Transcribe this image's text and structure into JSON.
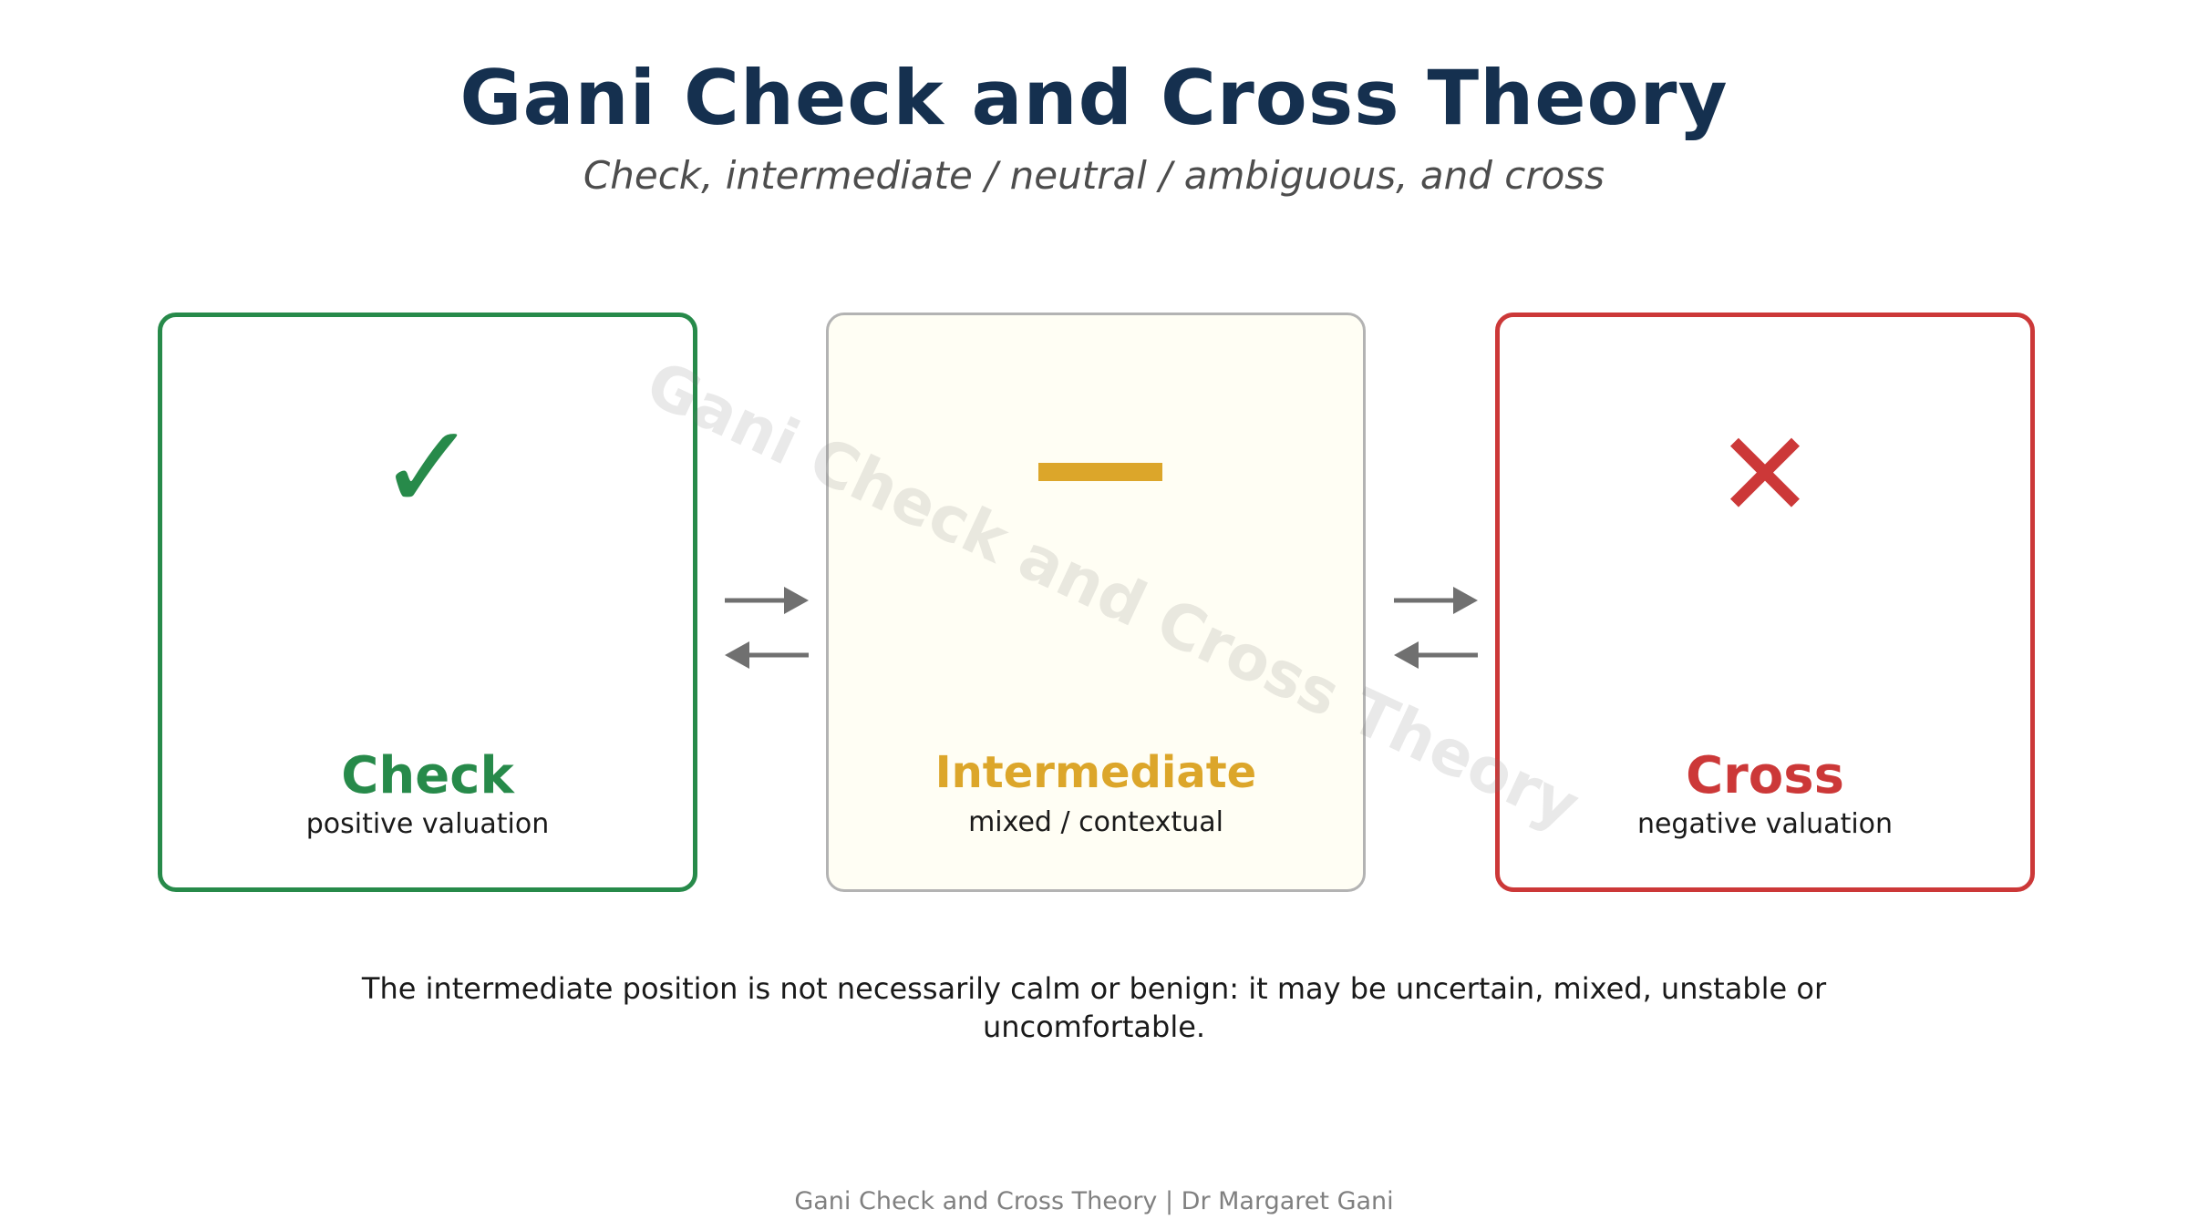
{
  "header": {
    "title": "Gani Check and Cross Theory",
    "subtitle": "Check, intermediate / neutral / ambiguous, and cross"
  },
  "boxes": [
    {
      "id": "check",
      "symbol": "✓",
      "icon": "check-icon",
      "label": "Check",
      "sublabel": "positive valuation",
      "color": "#278a4a"
    },
    {
      "id": "intermediate",
      "symbol": "—",
      "icon": "dash-icon",
      "label": "Intermediate",
      "sublabel": "mixed / contextual",
      "color": "#dca62a"
    },
    {
      "id": "cross",
      "symbol": "✕",
      "icon": "cross-icon",
      "label": "Cross",
      "sublabel": "negative valuation",
      "color": "#cc3838"
    }
  ],
  "watermark": "Gani Check and Cross Theory",
  "note": "The intermediate position is not necessarily calm or benign: it may be uncertain, mixed, unstable or uncomfortable.",
  "footer": "Gani Check and Cross Theory | Dr Margaret Gani",
  "colors": {
    "title": "#15304f",
    "arrow": "#707070"
  }
}
